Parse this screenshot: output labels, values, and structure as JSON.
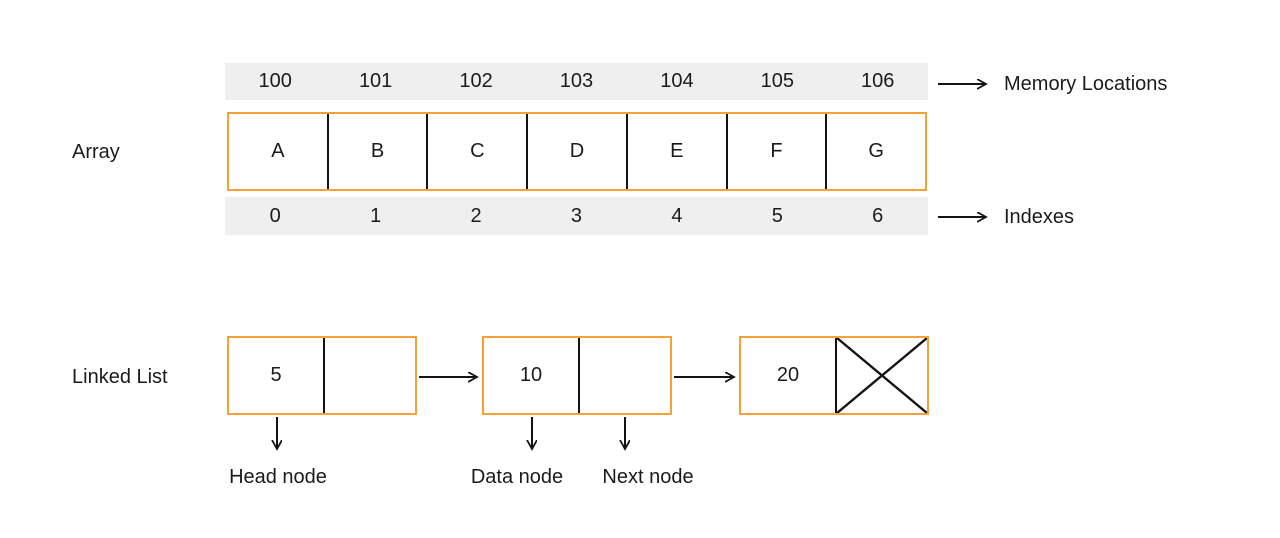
{
  "colors": {
    "accent_orange": "#F6A138",
    "band_gray": "#EFEFEF",
    "line_black": "#141414"
  },
  "array_section": {
    "label": "Array",
    "memory_caption": "Memory Locations",
    "indexes_caption": "Indexes",
    "memory_locations": [
      "100",
      "101",
      "102",
      "103",
      "104",
      "105",
      "106"
    ],
    "elements": [
      "A",
      "B",
      "C",
      "D",
      "E",
      "F",
      "G"
    ],
    "indexes": [
      "0",
      "1",
      "2",
      "3",
      "4",
      "5",
      "6"
    ]
  },
  "linked_list_section": {
    "label": "Linked List",
    "nodes": [
      {
        "value": "5",
        "next": "pointer"
      },
      {
        "value": "10",
        "next": "pointer"
      },
      {
        "value": "20",
        "next": "null"
      }
    ],
    "captions": {
      "head": "Head node",
      "data": "Data node",
      "next": "Next node"
    }
  }
}
